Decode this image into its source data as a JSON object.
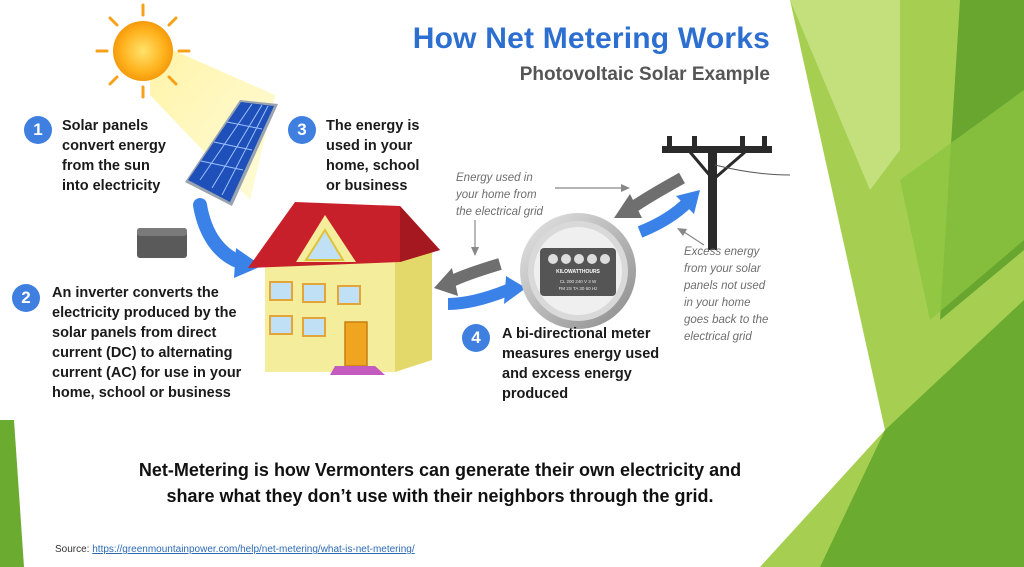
{
  "header": {
    "title": "How Net Metering Works",
    "subtitle": "Photovoltaic Solar Example"
  },
  "steps": [
    {
      "number": "1",
      "lines": [
        "Solar panels",
        "convert energy",
        "from the sun",
        "into electricity"
      ]
    },
    {
      "number": "2",
      "lines": [
        "An inverter converts the",
        "electricity produced by the",
        "solar panels from direct",
        "current (DC) to alternating",
        "current (AC) for use in your",
        "home, school or business"
      ]
    },
    {
      "number": "3",
      "lines": [
        "The energy is",
        "used in your",
        "home, school",
        "or business"
      ]
    },
    {
      "number": "4",
      "lines": [
        "A bi-directional meter",
        "measures energy used",
        "and excess energy",
        "produced"
      ]
    }
  ],
  "annotations": {
    "grid_in": [
      "Energy used in",
      "your home from",
      "the electrical grid"
    ],
    "excess_out": [
      "Excess energy",
      "from your solar",
      "panels not used",
      "in your home",
      "goes back to the",
      "electrical grid"
    ]
  },
  "meter": {
    "label": "KILOWATTHOURS",
    "readout_1": "CL 200  240 V  3 W",
    "readout_2": "FM 2S  TA 30  60 Hz"
  },
  "caption": {
    "line1": "Net-Metering is how Vermonters can generate their own electricity and",
    "line2": "share what they don’t use with their neighbors through the grid."
  },
  "source": {
    "label": "Source:",
    "url": "https://greenmountainpower.com/help/net-metering/what-is-net-metering/"
  },
  "colors": {
    "title_blue": "#2c6fd0",
    "step_blue": "#3f7fe0",
    "arrow_blue": "#3b82e8",
    "arrow_gray": "#6f6f6f",
    "green_light": "#a6cf52",
    "green_dark": "#5e9f2a",
    "house_wall": "#f4ee9c",
    "house_roof": "#c8202a"
  }
}
